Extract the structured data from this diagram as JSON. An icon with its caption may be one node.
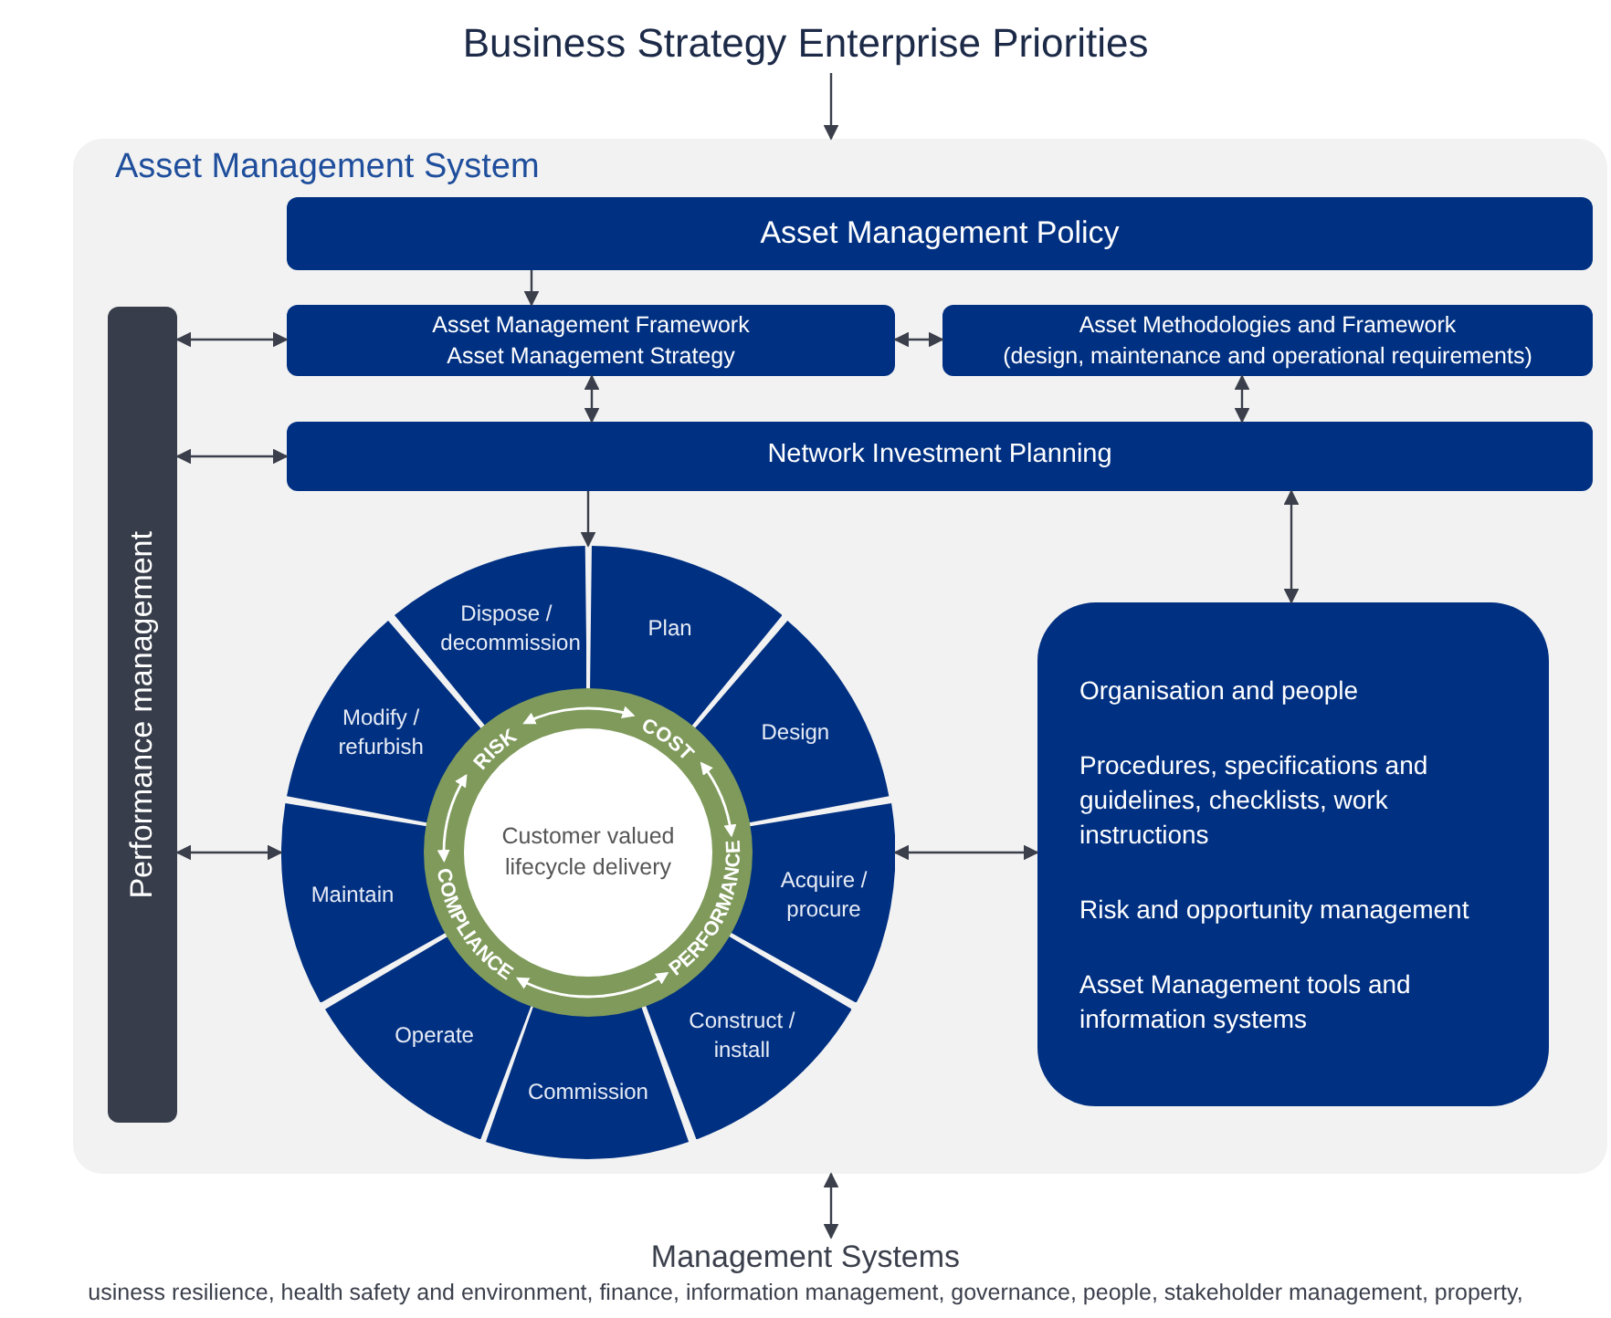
{
  "diagram": {
    "nodes": [
      {
        "text": [
          "Business Strategy Enterprise Priorities"
        ]
      },
      {
        "text": [
          "Asset Management System"
        ]
      },
      {
        "text": [
          "Asset Management Policy"
        ],
        "in": 1
      },
      {
        "text": [
          "Performance management"
        ],
        "in": 1
      },
      {
        "text": [
          "Asset Management Framework",
          "Asset Management Strategy"
        ],
        "in": 1
      },
      {
        "text": [
          "Asset Methodologies and Framework",
          "(design, maintenance and operational requirements)"
        ],
        "in": 1
      },
      {
        "text": [
          "Network Investment Planning"
        ],
        "in": 1
      },
      {
        "text": [],
        "shape": "circle",
        "in": 1
      },
      {
        "text": [
          "Plan"
        ],
        "in": 7
      },
      {
        "text": [
          "Design"
        ],
        "in": 7
      },
      {
        "text": [
          "Acquire / procure"
        ],
        "in": 7
      },
      {
        "text": [
          "Construct / install"
        ],
        "in": 7
      },
      {
        "text": [
          "Commission"
        ],
        "in": 7
      },
      {
        "text": [
          "Operate"
        ],
        "in": 7
      },
      {
        "text": [
          "Maintain"
        ],
        "in": 7
      },
      {
        "text": [
          "Modify / refurbish"
        ],
        "in": 7
      },
      {
        "text": [
          "Dispose / decommission"
        ],
        "in": 7
      },
      {
        "text": [],
        "shape": "circle",
        "in": 7
      },
      {
        "text": [
          "RISK"
        ],
        "in": 17
      },
      {
        "text": [
          "COST"
        ],
        "in": 17
      },
      {
        "text": [
          "PERFORMANCE"
        ],
        "in": 17
      },
      {
        "text": [
          "COMPLIANCE"
        ],
        "in": 17
      },
      {
        "text": [
          "Customer valued lifecycle delivery"
        ],
        "in": 17
      },
      {
        "text": [
          "Organisation and people",
          "Procedures, specifications and guidelines, checklists, work instructions",
          "Risk and opportunity management",
          "Asset Management tools and information systems"
        ],
        "in": 1
      },
      {
        "text": [
          "Management Systems",
          "usiness resilience, health safety and environment, finance, information management, governance, people, stakeholder management, property,"
        ]
      }
    ],
    "edges": [
      {
        "from": 0,
        "to": 1,
        "arrow": "to"
      },
      {
        "from": 2,
        "to": 4,
        "arrow": "to"
      },
      {
        "from": 3,
        "to": 4,
        "arrow": "both"
      },
      {
        "from": 4,
        "to": 5,
        "arrow": "both"
      },
      {
        "from": 4,
        "to": 6,
        "arrow": "both"
      },
      {
        "from": 5,
        "to": 6,
        "arrow": "both"
      },
      {
        "from": 3,
        "to": 6,
        "arrow": "both"
      },
      {
        "from": 6,
        "to": 7,
        "arrow": "to"
      },
      {
        "from": 6,
        "to": 23,
        "arrow": "both"
      },
      {
        "from": 3,
        "to": 7,
        "arrow": "both"
      },
      {
        "from": 7,
        "to": 23,
        "arrow": "both"
      },
      {
        "from": 1,
        "to": 24,
        "arrow": "both"
      },
      {
        "from": 18,
        "to": 19,
        "arrow": "both",
        "color": "#ffffff"
      },
      {
        "from": 19,
        "to": 20,
        "arrow": "both",
        "color": "#ffffff"
      },
      {
        "from": 20,
        "to": 21,
        "arrow": "both",
        "color": "#ffffff"
      },
      {
        "from": 21,
        "to": 18,
        "arrow": "both",
        "color": "#ffffff"
      }
    ]
  }
}
